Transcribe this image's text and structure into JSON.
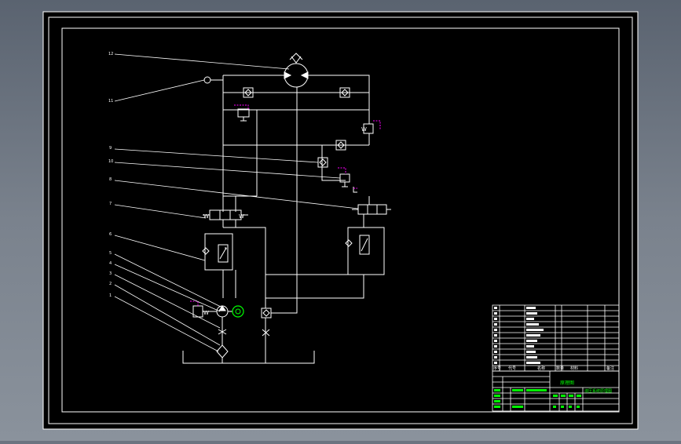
{
  "colors": {
    "background_outer": "#6b7480",
    "canvas": "#000000",
    "line": "#ffffff",
    "accent_green": "#00ff00",
    "accent_magenta": "#ff00ff",
    "title_cell_fill": "#000000"
  },
  "callouts": [
    {
      "id": "c12",
      "label": "12"
    },
    {
      "id": "c11",
      "label": "11"
    },
    {
      "id": "c9",
      "label": "9"
    },
    {
      "id": "c10",
      "label": "10"
    },
    {
      "id": "c8",
      "label": "8"
    },
    {
      "id": "c7",
      "label": "7"
    },
    {
      "id": "c6",
      "label": "6"
    },
    {
      "id": "c5",
      "label": "5"
    },
    {
      "id": "c4",
      "label": "4"
    },
    {
      "id": "c3",
      "label": "3"
    },
    {
      "id": "c2",
      "label": "2"
    },
    {
      "id": "c1",
      "label": "1"
    }
  ],
  "title_block": {
    "header_row": [
      "序号",
      "代号",
      "名称",
      "数量",
      "材料",
      "备注"
    ],
    "drawing_title": "原理图",
    "drawing_name": "液压系统原理图"
  }
}
